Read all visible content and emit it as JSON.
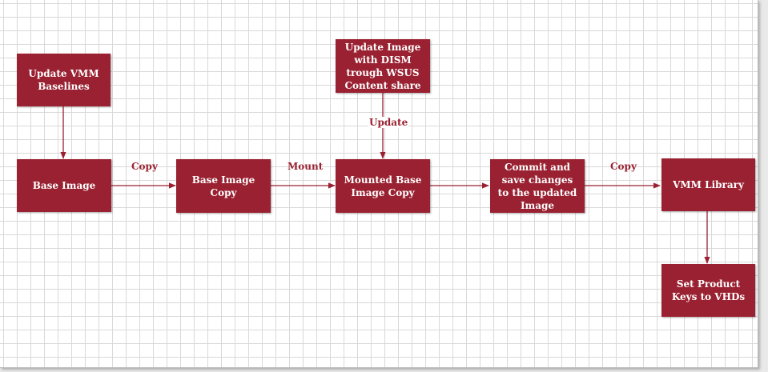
{
  "diagram": {
    "colors": {
      "box_fill": "#9a2131",
      "box_text": "#ffffff",
      "arrow": "#9a2131",
      "label": "#9a2131",
      "grid": "#d9d9d9"
    },
    "nodes": {
      "update_baselines": "Update VMM Baselines",
      "update_image_dism": "Update Image with DISM trough WSUS Content share",
      "base_image": "Base Image",
      "base_image_copy": "Base Image Copy",
      "mounted_copy": "Mounted Base Image Copy",
      "commit_save": "Commit and save changes to the updated Image",
      "vmm_library": "VMM Library",
      "set_product_keys": "Set Product Keys to VHDs"
    },
    "edge_labels": {
      "copy_1": "Copy",
      "mount": "Mount",
      "update": "Update",
      "copy_2": "Copy"
    }
  }
}
